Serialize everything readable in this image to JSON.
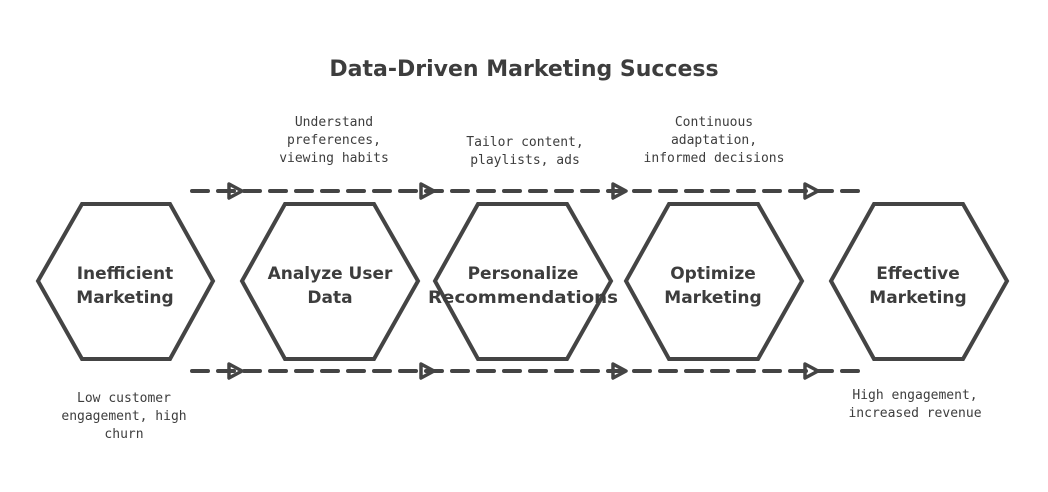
{
  "title": "Data-Driven Marketing Success",
  "nodes": [
    {
      "line1": "Inefficient",
      "line2": "Marketing"
    },
    {
      "line1": "Analyze User",
      "line2": "Data"
    },
    {
      "line1": "Personalize",
      "line2": "Recommendations"
    },
    {
      "line1": "Optimize",
      "line2": "Marketing"
    },
    {
      "line1": "Effective",
      "line2": "Marketing"
    }
  ],
  "top_notes": [
    {
      "lines": [
        "Understand",
        "preferences,",
        "viewing habits"
      ]
    },
    {
      "lines": [
        "Tailor content,",
        "playlists, ads"
      ]
    },
    {
      "lines": [
        "Continuous",
        "adaptation,",
        "informed decisions"
      ]
    }
  ],
  "bottom_notes": [
    {
      "lines": [
        "Low customer",
        "engagement, high",
        "churn"
      ]
    },
    {
      "lines": [
        "High engagement,",
        "increased revenue"
      ]
    }
  ],
  "colors": {
    "stroke": "#444444",
    "text": "#3d3d3d"
  }
}
